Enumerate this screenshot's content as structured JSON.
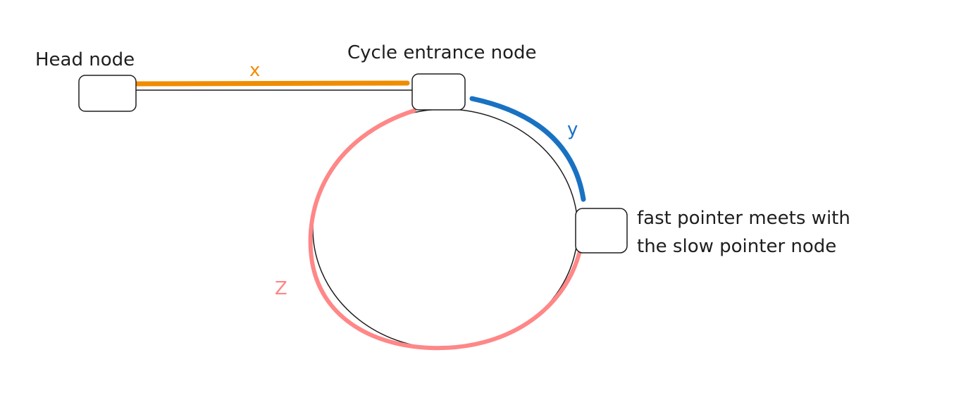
{
  "labels": {
    "head_node": "Head node",
    "cycle_entrance_node": "Cycle entrance node",
    "meet_node_line1": "fast pointer meets with",
    "meet_node_line2": "the slow pointer node"
  },
  "segments": {
    "x": {
      "label": "x",
      "color": "#f08c00"
    },
    "y": {
      "label": "y",
      "color": "#1971c2"
    },
    "z": {
      "label": "Z",
      "color": "#ff8787"
    }
  },
  "colors": {
    "stroke": "#1e1e1e",
    "background": "#ffffff"
  }
}
